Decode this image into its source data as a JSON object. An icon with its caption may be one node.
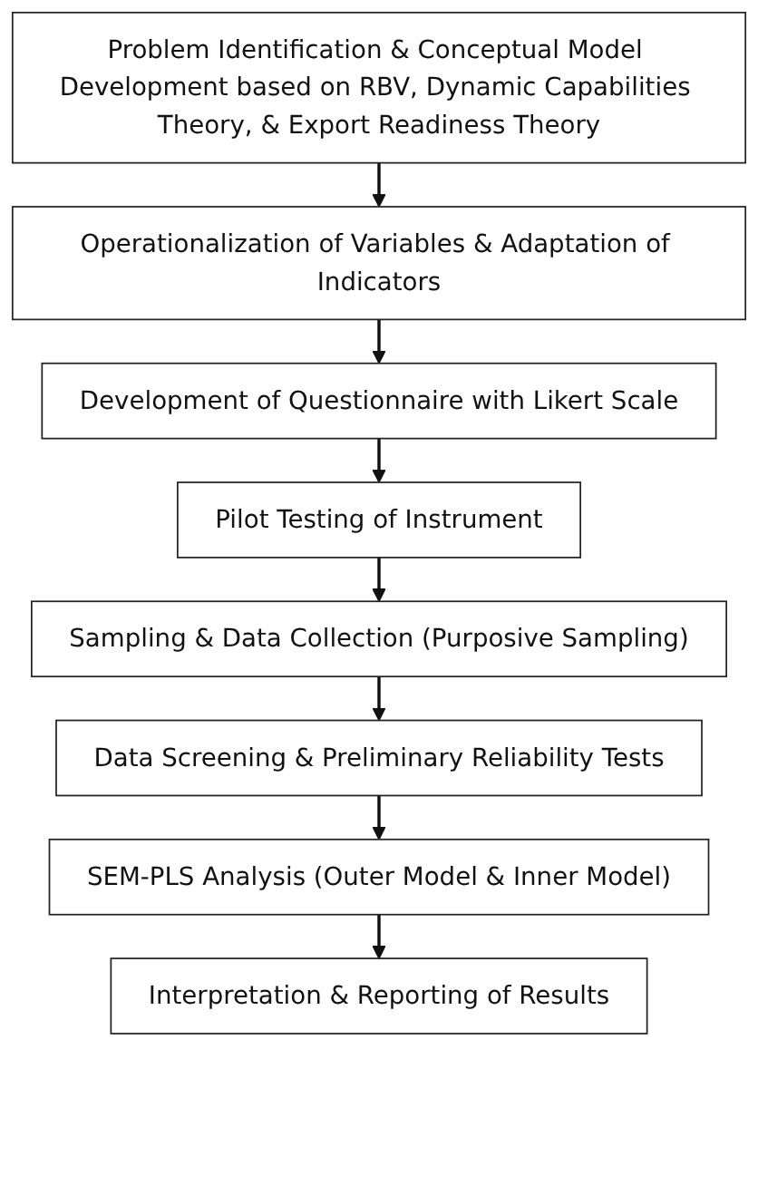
{
  "diagram": {
    "nodes": [
      {
        "text": [
          "Problem Identification & Conceptual Model Development based on RBV, Dynamic Capabilities Theory, & Export Readiness Theory"
        ]
      },
      {
        "text": [
          "Operationalization of Variables & Adaptation of Indicators"
        ]
      },
      {
        "text": [
          "Development of Questionnaire with Likert Scale"
        ]
      },
      {
        "text": [
          "Pilot Testing of Instrument"
        ]
      },
      {
        "text": [
          "Sampling & Data Collection (Purposive Sampling)"
        ]
      },
      {
        "text": [
          "Data Screening & Preliminary Reliability Tests"
        ]
      },
      {
        "text": [
          "SEM-PLS Analysis (Outer Model & Inner Model)"
        ]
      },
      {
        "text": [
          "Interpretation & Reporting of Results"
        ]
      }
    ],
    "edges": [
      {
        "from": 0,
        "to": 1,
        "arrow": "to"
      },
      {
        "from": 1,
        "to": 2,
        "arrow": "to"
      },
      {
        "from": 2,
        "to": 3,
        "arrow": "to"
      },
      {
        "from": 3,
        "to": 4,
        "arrow": "to"
      },
      {
        "from": 4,
        "to": 5,
        "arrow": "to"
      },
      {
        "from": 5,
        "to": 6,
        "arrow": "to"
      },
      {
        "from": 6,
        "to": 7,
        "arrow": "to"
      }
    ]
  }
}
